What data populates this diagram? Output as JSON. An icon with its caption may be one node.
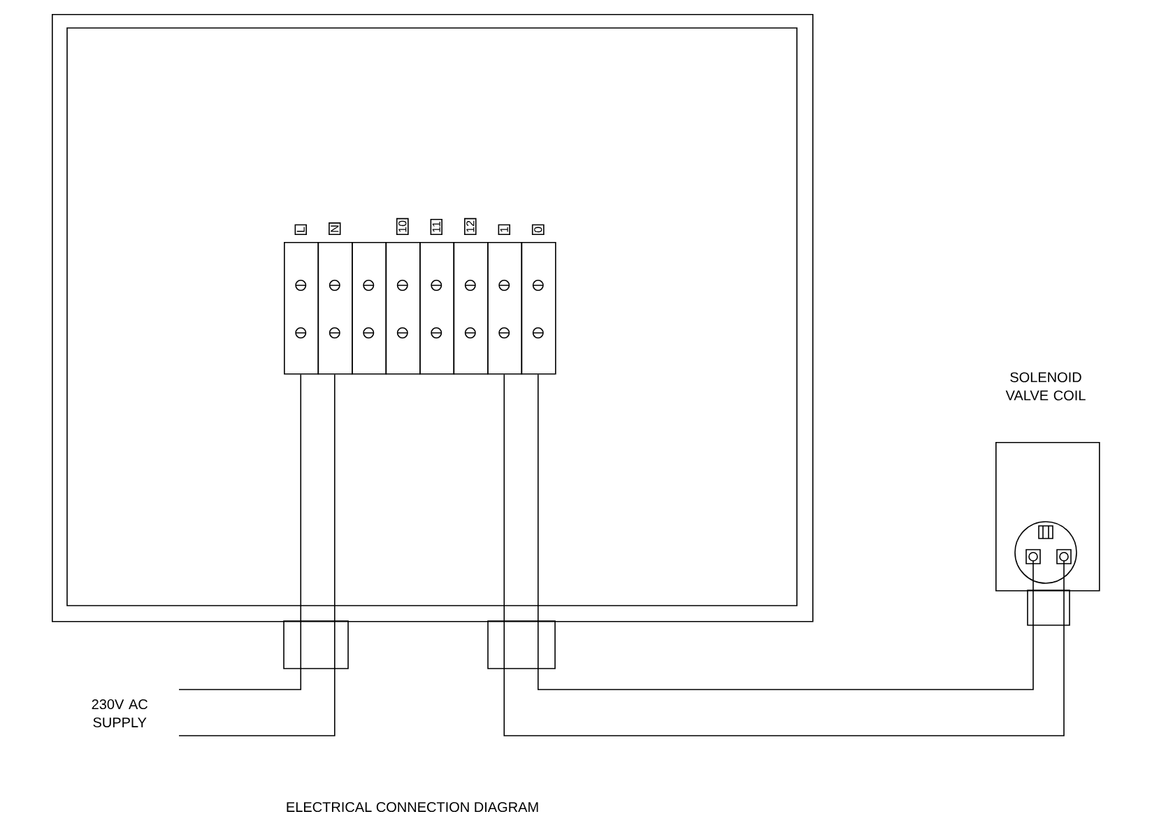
{
  "diagram": {
    "caption": "ELECTRICAL CONNECTION DIAGRAM",
    "nodes": [
      {
        "text": [],
        "shape": "box"
      },
      {
        "text": [
          "L"
        ],
        "in": 0
      },
      {
        "text": [
          "N"
        ],
        "in": 0
      },
      {
        "text": [],
        "shape": "box",
        "in": 0
      },
      {
        "text": [
          "10"
        ],
        "in": 0
      },
      {
        "text": [
          "11"
        ],
        "in": 0
      },
      {
        "text": [
          "12"
        ],
        "in": 0
      },
      {
        "text": [
          "1"
        ],
        "in": 0
      },
      {
        "text": [
          "0"
        ],
        "in": 0
      },
      {
        "text": [
          "SOLENOID VALVE COIL"
        ]
      },
      {
        "text": [
          "230V AC SUPPLY"
        ]
      }
    ],
    "edges": [
      {
        "from": 1,
        "to": 10,
        "arrow": "none"
      },
      {
        "from": 2,
        "to": 10,
        "arrow": "none"
      },
      {
        "from": 8,
        "to": 9,
        "arrow": "none"
      },
      {
        "from": 7,
        "to": 9,
        "arrow": "none"
      }
    ]
  }
}
